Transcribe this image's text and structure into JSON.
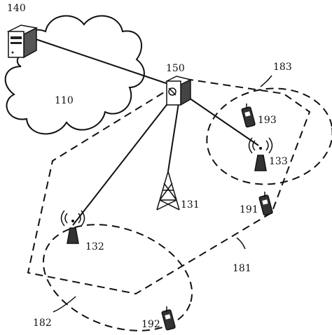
{
  "labels": {
    "server": "140",
    "network": "110",
    "controller": "150",
    "cell_181": "181",
    "cell_182": "182",
    "cell_183": "183",
    "tower_131": "131",
    "antenna_132": "132",
    "antenna_133": "133",
    "phone_191": "191",
    "phone_192": "192",
    "phone_193": "193"
  }
}
